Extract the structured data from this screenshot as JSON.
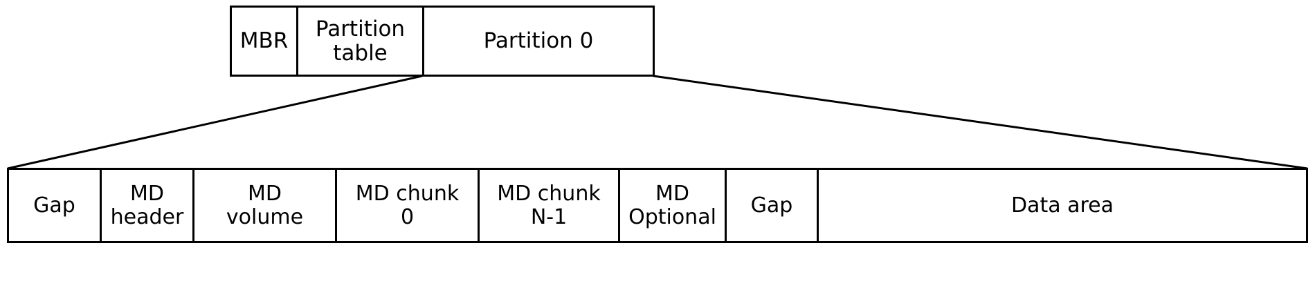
{
  "diagram": {
    "title": "Disk layout: MBR, partition table and partition 0 internal metadata layout",
    "line_color": "#000000",
    "fill_color": "#ffffff",
    "top_row": {
      "name": "disk-layout-row",
      "cells": [
        {
          "label": "MBR"
        },
        {
          "label": "Partition\ntable"
        },
        {
          "label": "Partition 0"
        }
      ]
    },
    "bottom_row": {
      "name": "partition-layout-row",
      "cells": [
        {
          "label": "Gap"
        },
        {
          "label": "MD\nheader"
        },
        {
          "label": "MD\nvolume"
        },
        {
          "label": "MD chunk\n0"
        },
        {
          "label": "MD chunk\nN-1"
        },
        {
          "label": "MD\nOptional"
        },
        {
          "label": "Gap"
        },
        {
          "label": "Data area"
        }
      ]
    },
    "connectors": {
      "left_leader": "expansion-leader-left",
      "right_leader": "expansion-leader-right"
    }
  }
}
